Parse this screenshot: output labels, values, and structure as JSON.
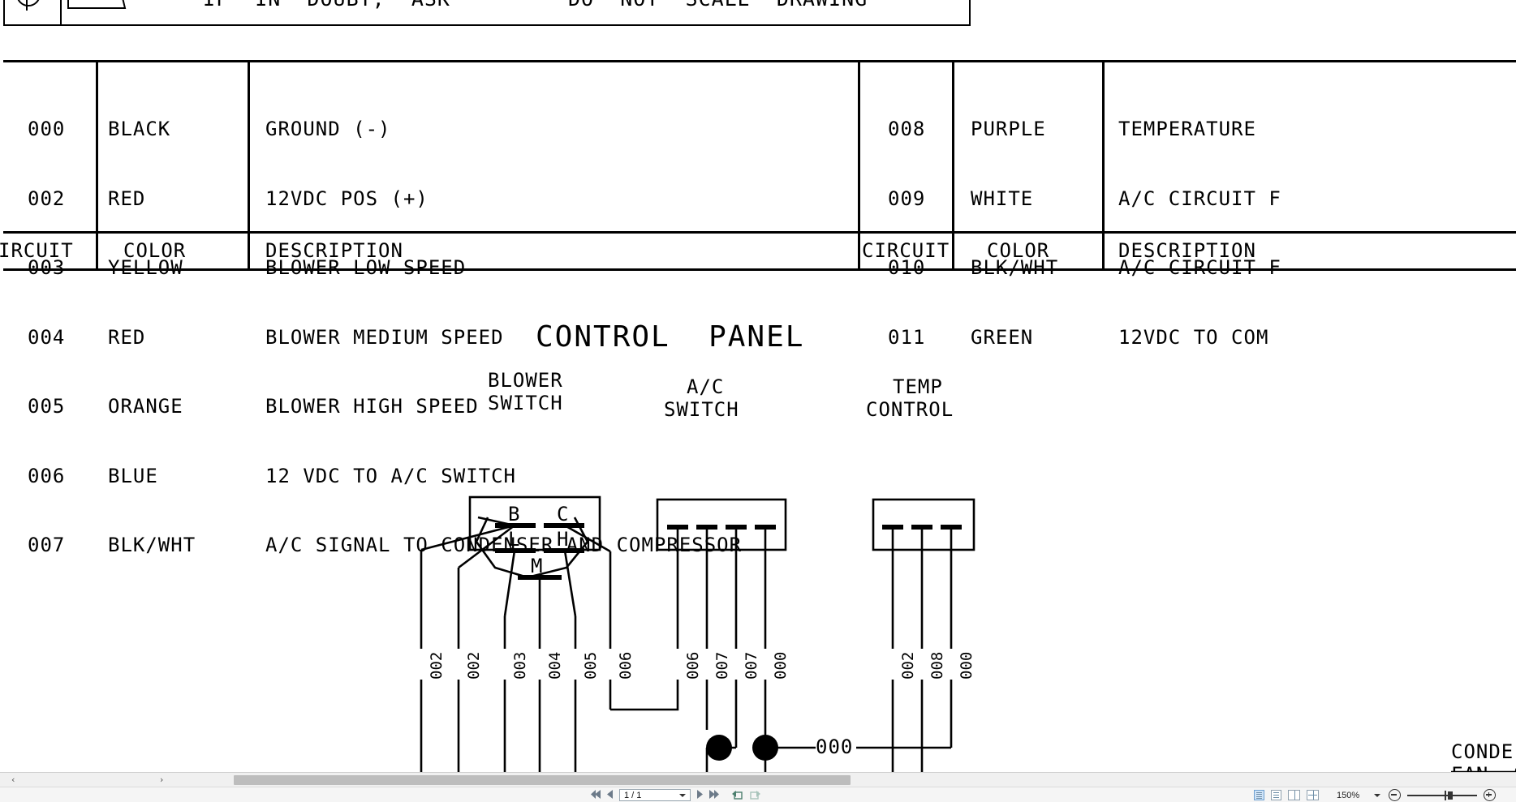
{
  "app": {
    "view_label": "drawing-viewer",
    "background": "#ffffff"
  },
  "titleblock": {
    "note_left": "IF  IN  DOUBT,  ASK",
    "note_right": "DO  NOT  SCALE  DRAWING"
  },
  "legend_left": {
    "headers": [
      "CIRCUIT",
      "COLOR",
      "DESCRIPTION"
    ],
    "header_visible": [
      "IRCUIT",
      "COLOR",
      "DESCRIPTION"
    ],
    "rows": [
      {
        "circuit": "000",
        "color": "BLACK",
        "description": "GROUND (-)"
      },
      {
        "circuit": "002",
        "color": "RED",
        "description": "12VDC POS (+)"
      },
      {
        "circuit": "003",
        "color": "YELLOW",
        "description": "BLOWER LOW SPEED"
      },
      {
        "circuit": "004",
        "color": "RED",
        "description": "BLOWER MEDIUM SPEED"
      },
      {
        "circuit": "005",
        "color": "ORANGE",
        "description": "BLOWER HIGH SPEED"
      },
      {
        "circuit": "006",
        "color": "BLUE",
        "description": "12 VDC TO A/C SWITCH"
      },
      {
        "circuit": "007",
        "color": "BLK/WHT",
        "description": "A/C SIGNAL TO CONDENSER AND COMPRESSOR"
      }
    ]
  },
  "legend_right": {
    "headers": [
      "CIRCUIT",
      "COLOR",
      "DESCRIPTION"
    ],
    "rows": [
      {
        "circuit": "008",
        "color": "PURPLE",
        "description": "TEMPERATURE"
      },
      {
        "circuit": "009",
        "color": "WHITE",
        "description": "A/C CIRCUIT F"
      },
      {
        "circuit": "010",
        "color": "BLK/WHT",
        "description": "A/C CIRCUIT F"
      },
      {
        "circuit": "011",
        "color": "GREEN",
        "description": "12VDC TO COM"
      }
    ]
  },
  "diagram": {
    "title": "CONTROL  PANEL",
    "blower_switch": {
      "label_line1": "BLOWER",
      "label_line2": "SWITCH",
      "terminals": [
        "B",
        "C",
        "L",
        "H",
        "M"
      ],
      "wire_labels": [
        "002",
        "002",
        "003",
        "004",
        "005",
        "006"
      ]
    },
    "ac_switch": {
      "label_line1": "A/C",
      "label_line2": "SWITCH",
      "wire_labels": [
        "006",
        "007",
        "007",
        "000"
      ]
    },
    "temp_control": {
      "label_line1": "TEMP",
      "label_line2": "CONTROL",
      "wire_labels": [
        "002",
        "008",
        "000"
      ]
    },
    "ground_bus_label": "000",
    "edge_label_line1": "CONDE",
    "edge_label_line2": "FAN  S"
  },
  "scrollbar": {
    "left_arrow": "‹",
    "right_arrow": "›"
  },
  "toolbar": {
    "first_page_label": "⏮",
    "prev_page_label": "◀",
    "page_value": "1 / 1",
    "next_page_label": "▶",
    "last_page_label": "⏭",
    "zoom_percent": "150%",
    "zoom_out_label": "−",
    "zoom_in_label": "+",
    "view_modes": [
      "single-page",
      "continuous",
      "two-page",
      "two-page-continuous"
    ],
    "selected_view_mode": "single-page"
  }
}
